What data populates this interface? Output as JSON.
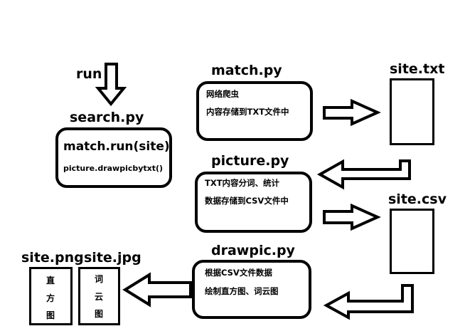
{
  "run_label": "run",
  "search": {
    "title": "search.py",
    "line1": "match.run(site)",
    "line2": "picture.drawpicbytxt()"
  },
  "match": {
    "title": "match.py",
    "line1": "网络爬虫",
    "line2": "内容存储到TXT文件中"
  },
  "picture": {
    "title": "picture.py",
    "line1": "TXT内容分词、统计",
    "line2": "数据存储到CSV文件中"
  },
  "drawpic": {
    "title": "drawpic.py",
    "line1": "根据CSV文件数据",
    "line2": "绘制直方图、词云图"
  },
  "site_txt": {
    "title": "site.txt"
  },
  "site_csv": {
    "title": "site.csv"
  },
  "site_png": {
    "title": "site.png",
    "chars": [
      "直",
      "方",
      "图"
    ]
  },
  "site_jpg": {
    "title": "site.jpg",
    "chars": [
      "词",
      "云",
      "图"
    ]
  }
}
